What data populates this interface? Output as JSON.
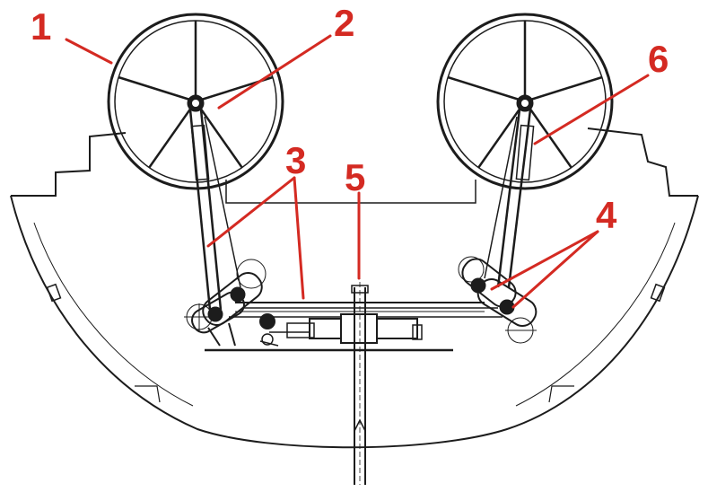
{
  "labels": {
    "l1": "1",
    "l2": "2",
    "l3": "3",
    "l4": "4",
    "l5": "5",
    "l6": "6"
  },
  "colors": {
    "label": "#d42a22",
    "line": "#1c1c1c",
    "background": "#ffffff"
  }
}
